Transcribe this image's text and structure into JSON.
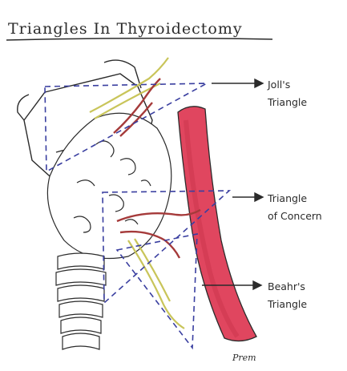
{
  "title": "Triangles In Thyroidectomy",
  "labels": {
    "joll_line1": "Joll's",
    "joll_line2": "Triangle",
    "concern_line1": "Triangle",
    "concern_line2": "of Concern",
    "beahr_line1": "Beahr's",
    "beahr_line2": "Triangle"
  },
  "signature": "Prem",
  "colors": {
    "ink": "#2b2b2b",
    "triangle_dash": "#3a3fa0",
    "muscle": "#e0465f",
    "muscle_shade": "#c9344c",
    "vessel": "#a53a3a",
    "nerve": "#c9c55a"
  }
}
